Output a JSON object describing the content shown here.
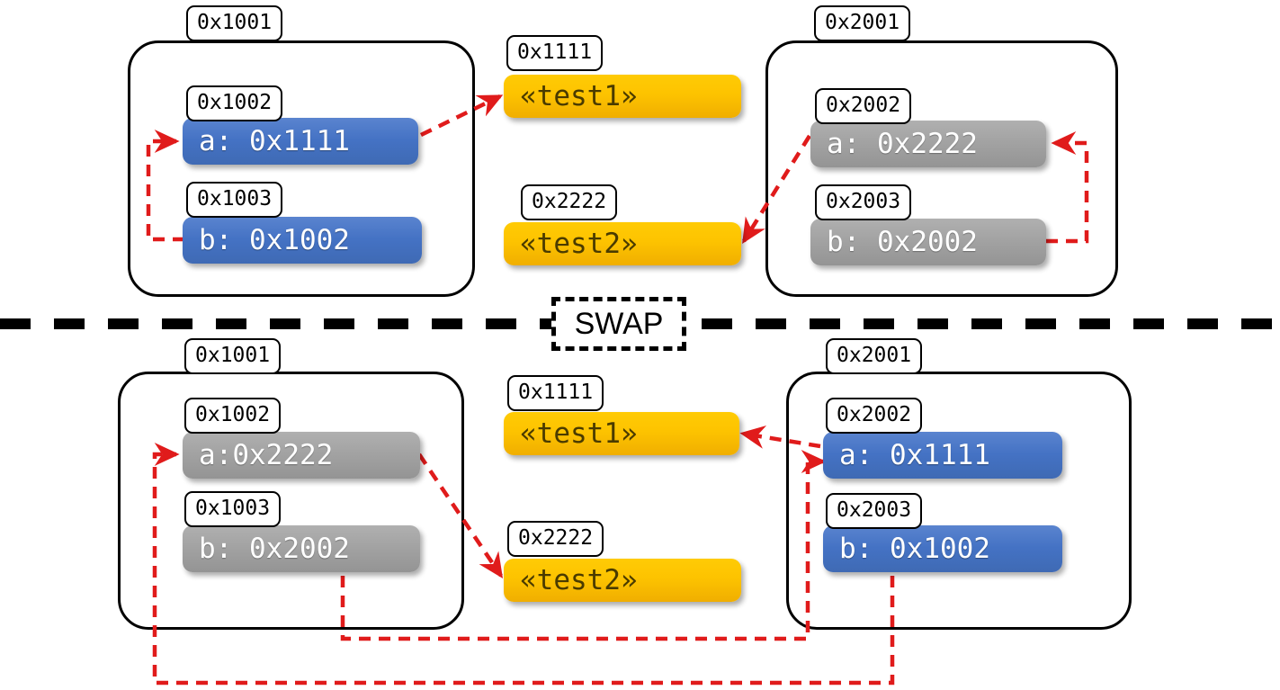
{
  "diagram": {
    "title": "swap",
    "divider_label": "SWAP",
    "colors": {
      "blue": "#4472c4",
      "gray": "#a2a2a2",
      "yellow": "#fdc300",
      "arrow": "#e01b1b",
      "outline": "#000000"
    }
  },
  "before": {
    "left_panel": {
      "address": "0x1001",
      "slots": [
        {
          "address": "0x1002",
          "value": "a: 0x1111",
          "color": "blue"
        },
        {
          "address": "0x1003",
          "value": "b: 0x1002",
          "color": "blue"
        }
      ]
    },
    "right_panel": {
      "address": "0x2001",
      "slots": [
        {
          "address": "0x2002",
          "value": "a: 0x2222",
          "color": "gray"
        },
        {
          "address": "0x2003",
          "value": "b: 0x2002",
          "color": "gray"
        }
      ]
    },
    "heap": [
      {
        "address": "0x1111",
        "value": "«test1»",
        "color": "yellow"
      },
      {
        "address": "0x2222",
        "value": "«test2»",
        "color": "yellow"
      }
    ]
  },
  "after": {
    "left_panel": {
      "address": "0x1001",
      "slots": [
        {
          "address": "0x1002",
          "value": "a:0x2222",
          "color": "gray"
        },
        {
          "address": "0x1003",
          "value": "b: 0x2002",
          "color": "gray"
        }
      ]
    },
    "right_panel": {
      "address": "0x2001",
      "slots": [
        {
          "address": "0x2002",
          "value": "a: 0x1111",
          "color": "blue"
        },
        {
          "address": "0x2003",
          "value": "b: 0x1002",
          "color": "blue"
        }
      ]
    },
    "heap": [
      {
        "address": "0x1111",
        "value": "«test1»",
        "color": "yellow"
      },
      {
        "address": "0x2222",
        "value": "«test2»",
        "color": "yellow"
      }
    ]
  }
}
